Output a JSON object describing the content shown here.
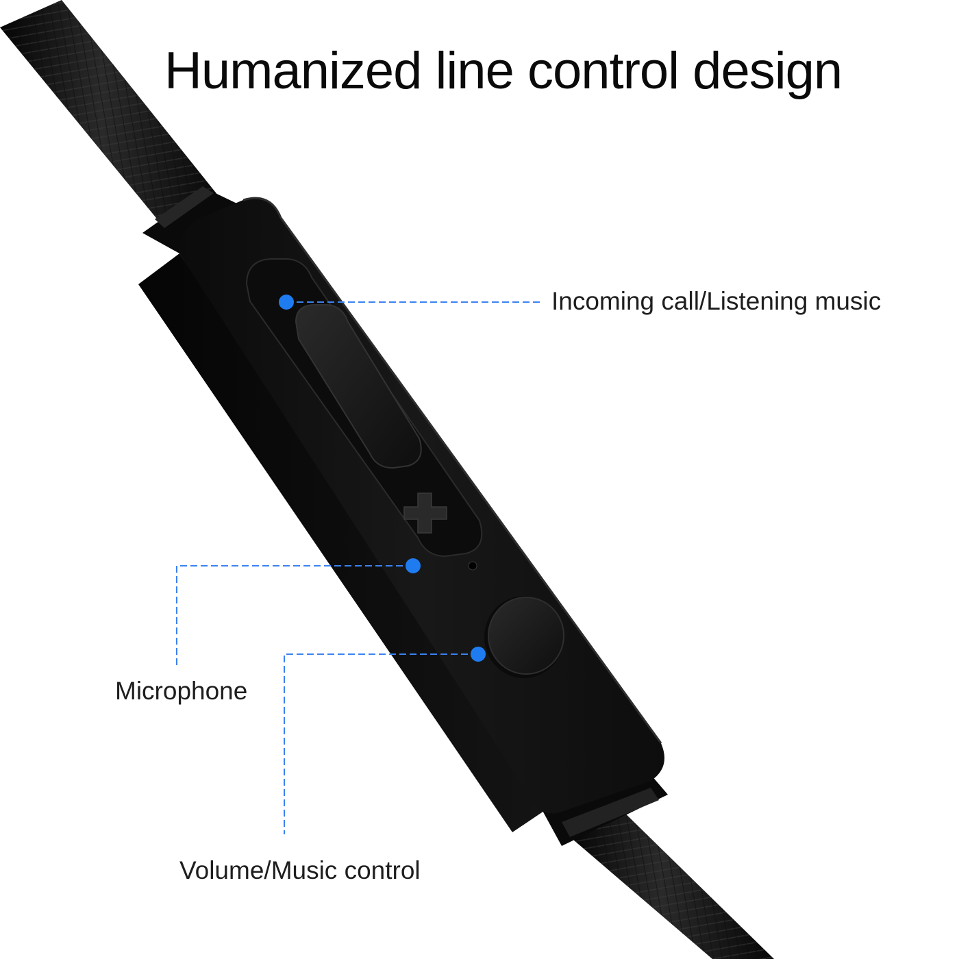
{
  "title": "Humanized line control design",
  "callouts": {
    "call_music": "Incoming call/Listening music",
    "microphone": "Microphone",
    "volume_music": "Volume/Music control"
  },
  "colors": {
    "background": "#ffffff",
    "text": "#1e1e1e",
    "callout_dot": "#1f7cf0",
    "callout_line": "#3b82f0",
    "remote_body": "#121212",
    "cable": "#151515"
  },
  "icons": {
    "plus": "plus-icon"
  }
}
